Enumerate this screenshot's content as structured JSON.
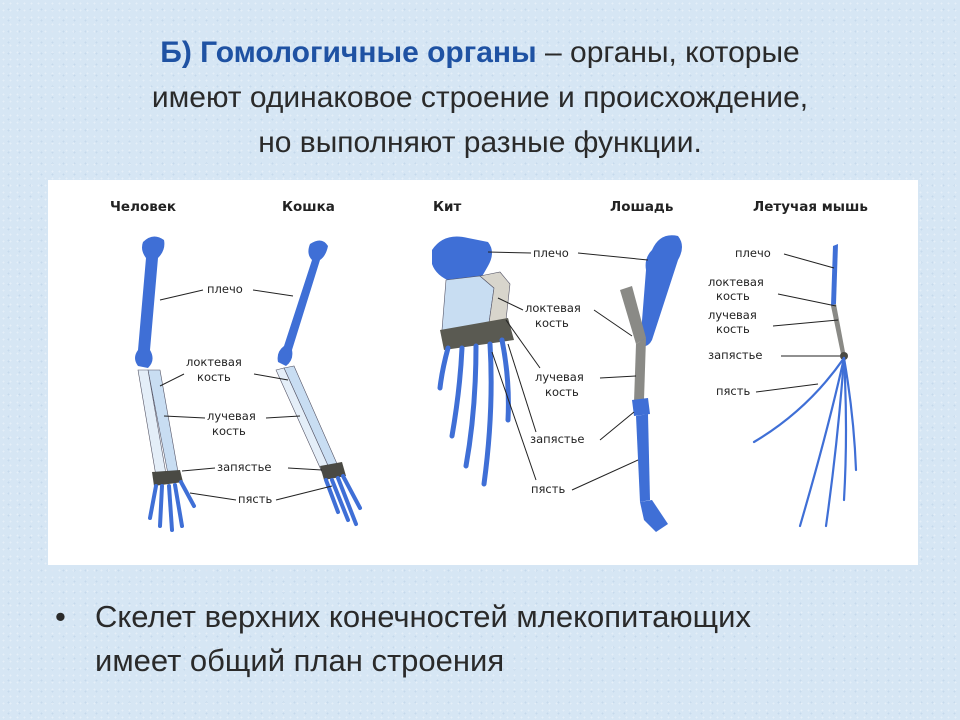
{
  "title": {
    "term": "Б) Гомологичные органы",
    "line1_rest": " – органы, которые",
    "line2": "имеют одинаковое строение и происхождение,",
    "line3": "но выполняют разные функции."
  },
  "figure": {
    "headers": [
      "Человек",
      "Кошка",
      "Кит",
      "Лошадь",
      "Летучая мышь"
    ],
    "labels": {
      "human": {
        "shoulder": "плечо",
        "ulna_1": "локтевая",
        "ulna_2": "кость",
        "radius_1": "лучевая",
        "radius_2": "кость",
        "wrist": "запястье",
        "metacarpus": "пясть"
      },
      "whale_horse": {
        "shoulder": "плечо",
        "ulna_1": "локтевая",
        "ulna_2": "кость",
        "radius_1": "лучевая",
        "radius_2": "кость",
        "wrist": "запястье",
        "metacarpus": "пясть"
      },
      "bat": {
        "shoulder": "плечо",
        "ulna_1": "локтевая",
        "ulna_2": "кость",
        "radius_1": "лучевая",
        "radius_2": "кость",
        "wrist": "запястье",
        "metacarpus": "пясть"
      }
    },
    "colors": {
      "bone_blue": "#3f6fd6",
      "bone_light": "#c8ddf2",
      "bone_gray": "#8a8a86",
      "wrist_dark": "#4a4a44"
    }
  },
  "bullet": {
    "marker": "•",
    "line1": "Скелет верхних конечностей млекопитающих",
    "line2": "имеет общий план строения"
  }
}
